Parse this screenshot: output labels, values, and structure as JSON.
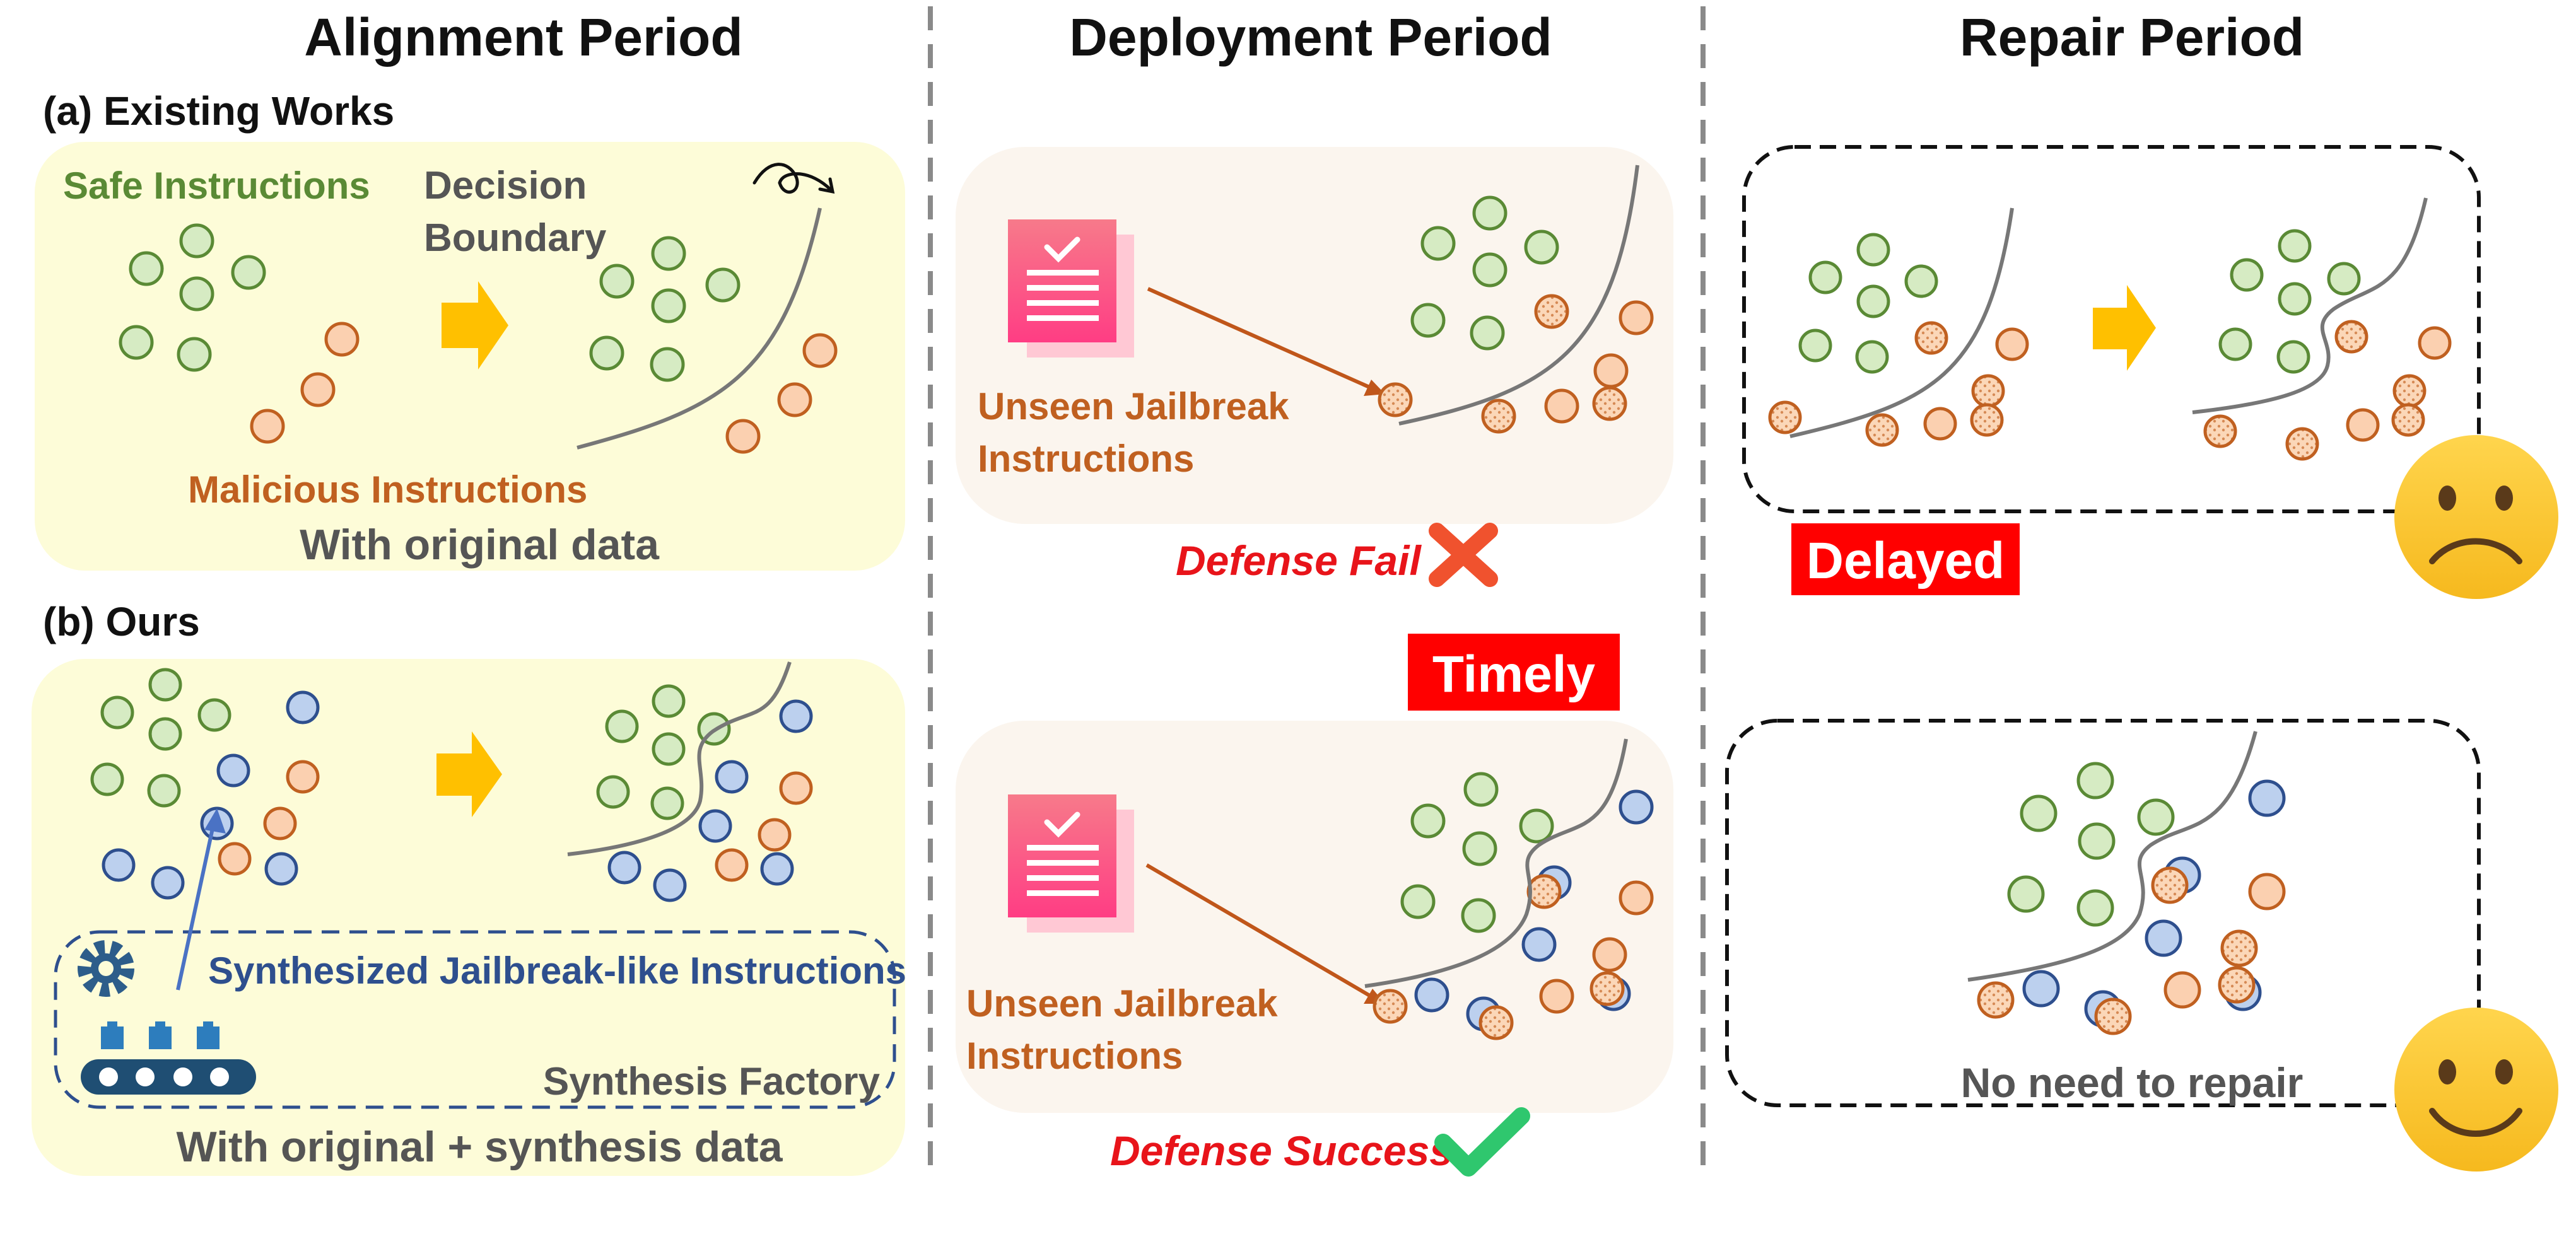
{
  "periods": {
    "alignment": "Alignment Period",
    "deployment": "Deployment Period",
    "repair": "Repair Period"
  },
  "existing": {
    "label": "(a) Existing Works",
    "safe": "Safe Instructions",
    "boundary_line1": "Decision",
    "boundary_line2": "Boundary",
    "malicious": "Malicious Instructions",
    "data_note": "With original data"
  },
  "ours": {
    "label": "(b) Ours",
    "synth_label": "Synthesized Jailbreak-like Instructions",
    "factory": "Synthesis Factory",
    "data_note": "With original + synthesis data"
  },
  "deployment": {
    "unseen_line1": "Unseen Jailbreak",
    "unseen_line2": "Instructions",
    "fail": "Defense Fail",
    "success": "Defense Success",
    "timely": "Timely"
  },
  "repair": {
    "delayed": "Delayed",
    "no_need": "No need to repair"
  },
  "colors": {
    "green": "#5a8a35",
    "orange": "#c06020",
    "blue": "#2e4f8e",
    "red": "#e8141a",
    "panel_yellow": "#fdfcd8",
    "panel_beige": "#fbf5ee"
  }
}
